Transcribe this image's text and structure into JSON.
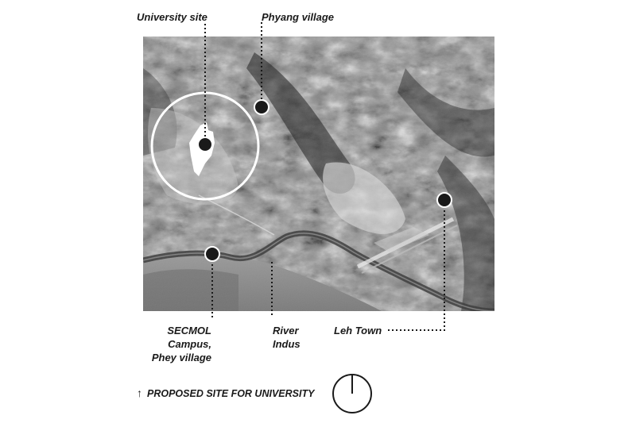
{
  "labels": {
    "university_site": "University site",
    "phyang_village": "Phyang village",
    "secmol_line1": "SECMOL",
    "secmol_line2": "Campus,",
    "secmol_line3": "Phey village",
    "river_line1": "River",
    "river_line2": "Indus",
    "leh_town": "Leh Town"
  },
  "legend": {
    "arrow_icon": "up-arrow-icon",
    "text": "PROPOSED SITE FOR UNIVERSITY",
    "north_icon": "north-indicator-icon"
  },
  "colors": {
    "ink": "#1a1a1a",
    "marker_fill": "#1a1a1a",
    "site_circle": "#ffffff"
  }
}
